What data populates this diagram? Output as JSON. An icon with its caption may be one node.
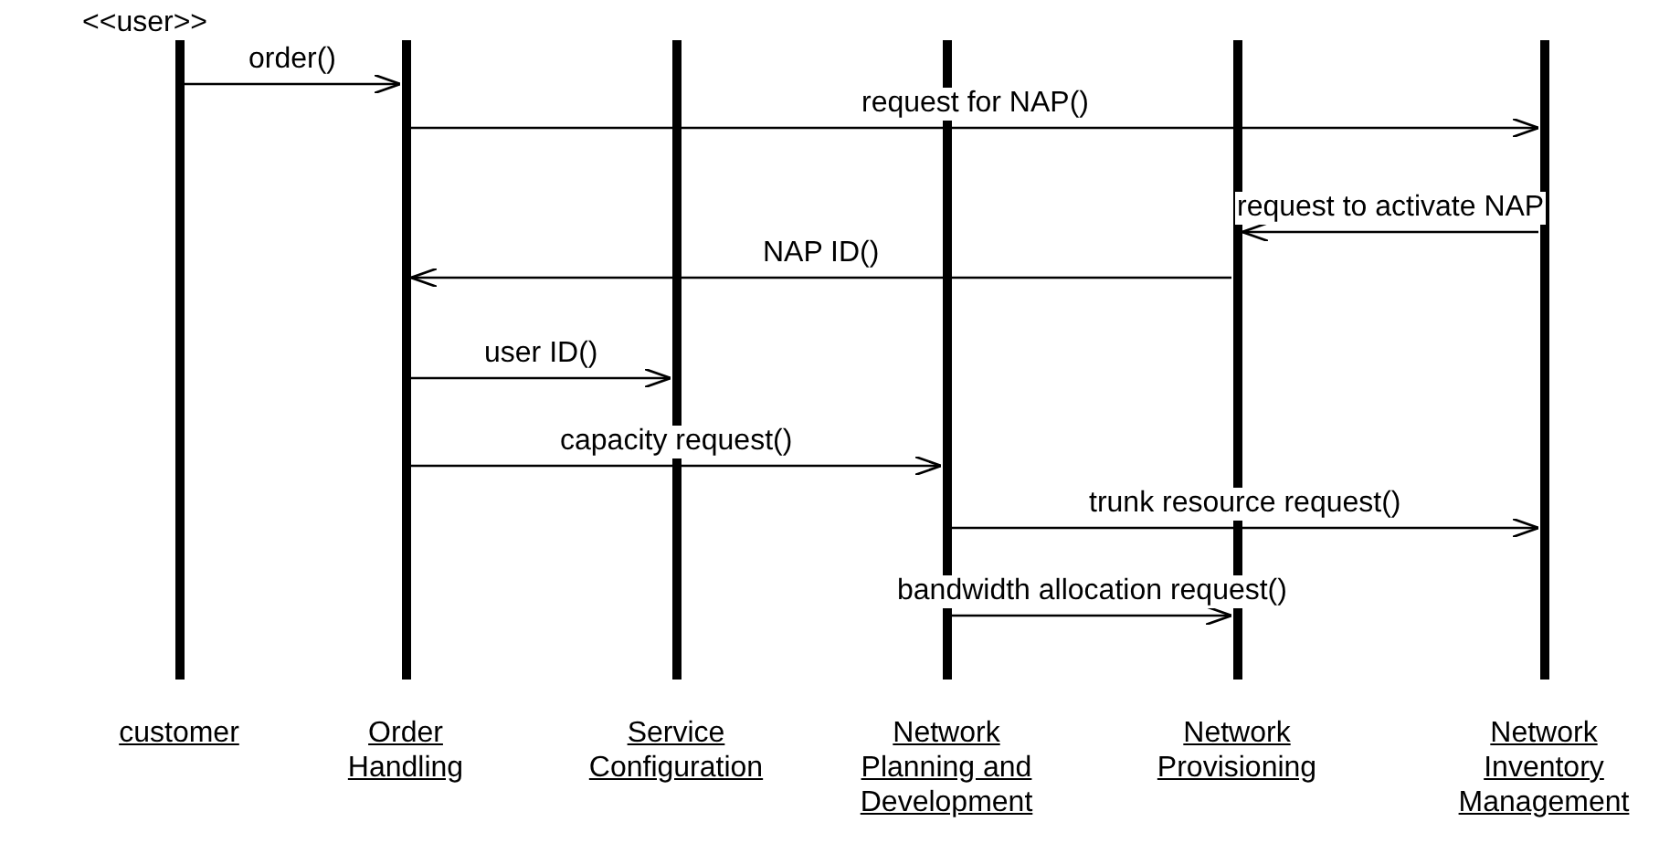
{
  "diagram": {
    "nodes": [
      {
        "text": [
          "customer"
        ],
        "beside": [
          "<<user>>"
        ]
      },
      {
        "text": [
          "Order Handling"
        ]
      },
      {
        "text": [
          "Service Configuration"
        ]
      },
      {
        "text": [
          "Network Planning and Development"
        ]
      },
      {
        "text": [
          "Network Provisioning"
        ]
      },
      {
        "text": [
          "Network Inventory Management"
        ]
      }
    ],
    "edges": [
      {
        "from": 0,
        "to": 1,
        "arrow": "to",
        "label": "order()"
      },
      {
        "from": 1,
        "to": 5,
        "arrow": "to",
        "label": "request for NAP()"
      },
      {
        "from": 5,
        "to": 4,
        "arrow": "to",
        "label": "request to activate NAP"
      },
      {
        "from": 4,
        "to": 1,
        "arrow": "to",
        "label": "NAP ID()"
      },
      {
        "from": 1,
        "to": 2,
        "arrow": "to",
        "label": "user ID()"
      },
      {
        "from": 1,
        "to": 3,
        "arrow": "to",
        "label": "capacity request()"
      },
      {
        "from": 3,
        "to": 5,
        "arrow": "to",
        "label": "trunk resource request()"
      },
      {
        "from": 3,
        "to": 4,
        "arrow": "to",
        "label": "bandwidth allocation request()"
      }
    ]
  }
}
